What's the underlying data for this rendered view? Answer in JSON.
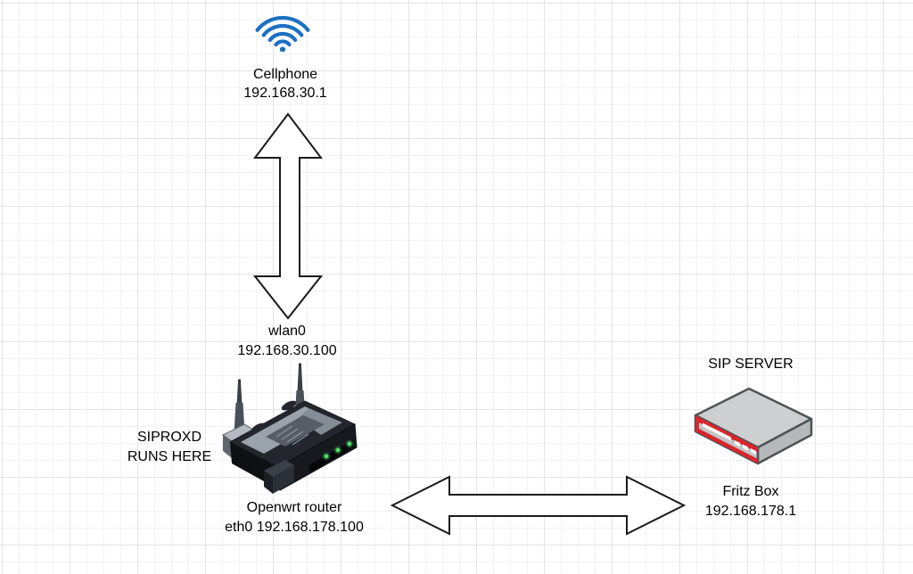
{
  "diagram": {
    "cellphone": {
      "name": "Cellphone",
      "ip": "192.168.30.1"
    },
    "wlan": {
      "name": "wlan0",
      "ip": "192.168.30.100"
    },
    "router": {
      "name": "Openwrt router",
      "eth": "eth0 192.168.178.100",
      "note_line1": "SIPROXD",
      "note_line2": "RUNS HERE"
    },
    "sip": {
      "title": "SIP SERVER",
      "name": "Fritz Box",
      "ip": "192.168.178.1"
    }
  },
  "icons": {
    "wifi": "wifi-icon",
    "router": "wireless-router-image",
    "server": "fritzbox-image",
    "wifi_color": "#1b6fc4",
    "router_led_green": "#4ee065",
    "fritzbox_red": "#d8262c"
  },
  "colors": {
    "background": "#ffffff",
    "grid_minor": "#f2f2f2",
    "grid_major": "#e4e4e4",
    "text": "#000000",
    "arrow_fill": "#ffffff",
    "arrow_stroke": "#1a1a1a"
  }
}
